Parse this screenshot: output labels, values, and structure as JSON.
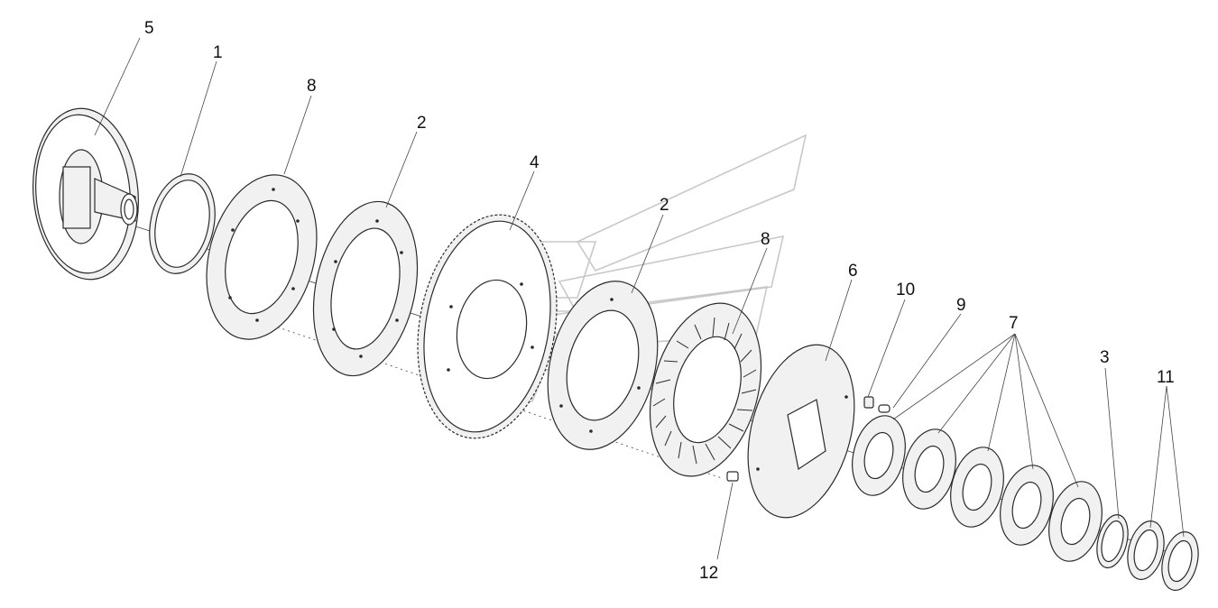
{
  "callouts": [
    {
      "id": "c5",
      "text": "5"
    },
    {
      "id": "c1",
      "text": "1"
    },
    {
      "id": "c8a",
      "text": "8"
    },
    {
      "id": "c2a",
      "text": "2"
    },
    {
      "id": "c4",
      "text": "4"
    },
    {
      "id": "c2b",
      "text": "2"
    },
    {
      "id": "c8b",
      "text": "8"
    },
    {
      "id": "c6",
      "text": "6"
    },
    {
      "id": "c10",
      "text": "10"
    },
    {
      "id": "c9",
      "text": "9"
    },
    {
      "id": "c7",
      "text": "7"
    },
    {
      "id": "c3",
      "text": "3"
    },
    {
      "id": "c11",
      "text": "11"
    },
    {
      "id": "c12",
      "text": "12"
    }
  ],
  "colors": {
    "line": "#2a2a2a",
    "part_fill": "#f1f1f1",
    "watermark": "#c8c8c8"
  }
}
